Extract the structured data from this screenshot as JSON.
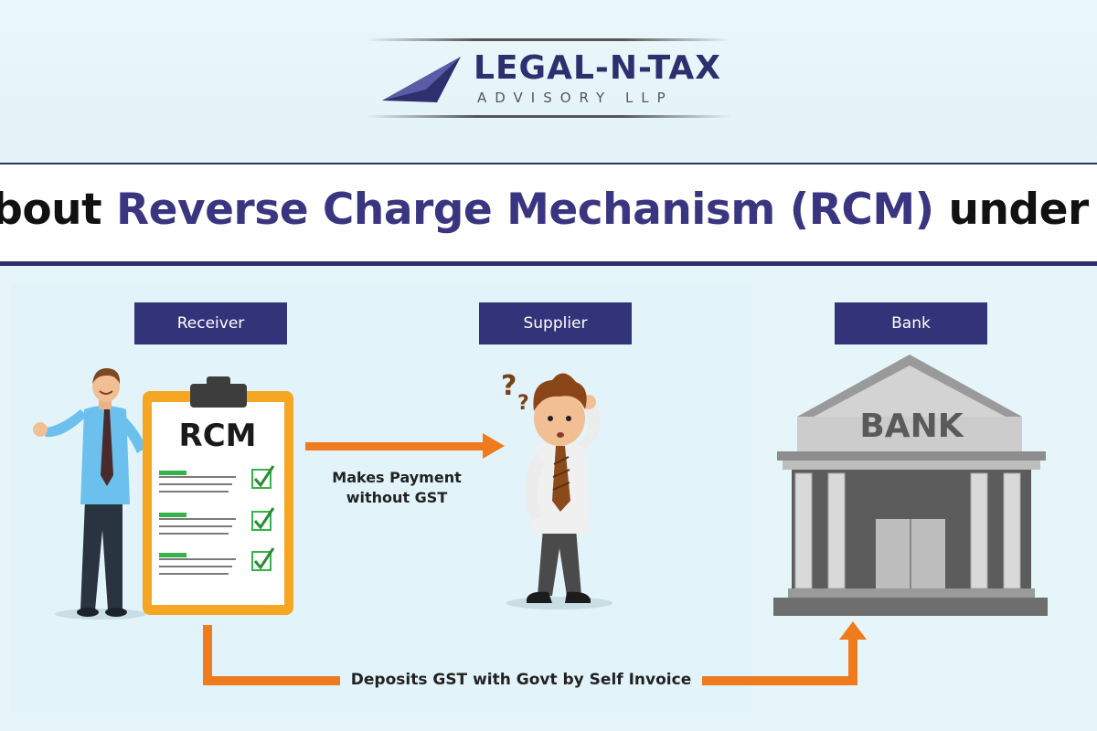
{
  "logo": {
    "name": "LEGAL-N-TAX",
    "sub": "ADVISORY LLP"
  },
  "title": {
    "prefix": "about ",
    "highlight": "Reverse Charge Mechanism (RCM)",
    "suffix": " under G"
  },
  "nodes": [
    {
      "label": "Receiver"
    },
    {
      "label": "Supplier"
    },
    {
      "label": "Bank"
    }
  ],
  "clipboard": {
    "heading": "RCM"
  },
  "bank_sign": "BANK",
  "flows": {
    "payment_line1": "Makes Payment",
    "payment_line2": "without GST",
    "deposit": "Deposits GST with Govt by Self Invoice"
  },
  "colors": {
    "navy": "#33337a",
    "arrow": "#f07a1e",
    "check": "#35b24a"
  }
}
